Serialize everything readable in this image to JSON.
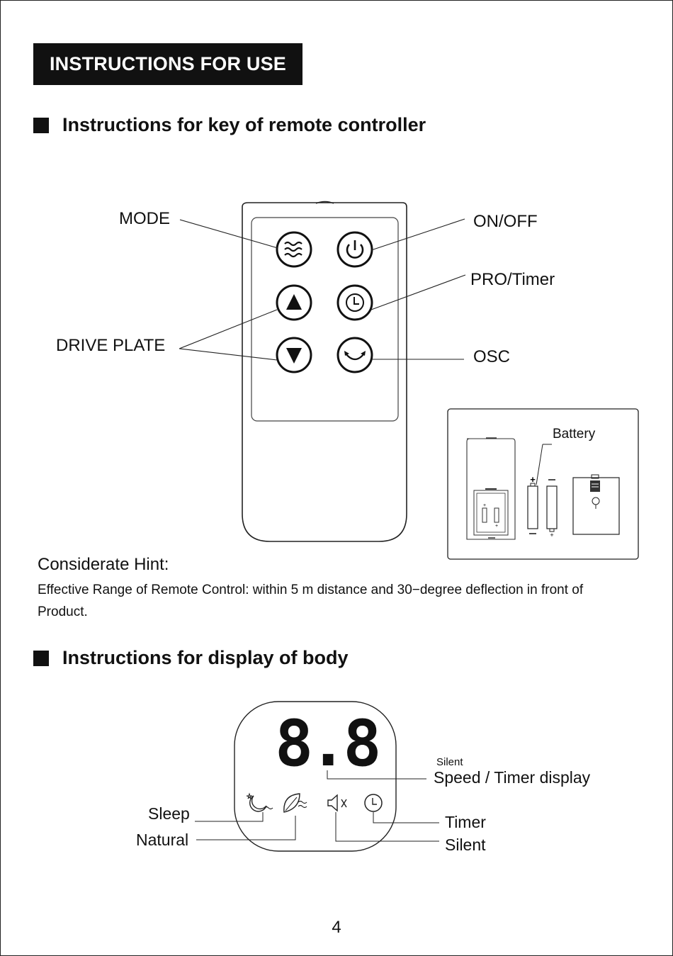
{
  "header": {
    "title": "INSTRUCTIONS FOR USE"
  },
  "section1": {
    "title": "Instructions for key of remote controller"
  },
  "remote": {
    "labels": {
      "mode": "MODE",
      "on_off": "ON/OFF",
      "pro_timer": "PRO/Timer",
      "drive_plate": "DRIVE PLATE",
      "osc": "OSC"
    },
    "battery": {
      "label": "Battery"
    }
  },
  "hint": {
    "title": "Considerate Hint:",
    "body": "Effective Range of Remote Control: within 5 m distance and 30−degree deflection in front of Product."
  },
  "section2": {
    "title": "Instructions for display of body"
  },
  "display": {
    "digits": "8.8",
    "labels": {
      "silent_small": "Silent",
      "speed_timer": "Speed / Timer display",
      "sleep": "Sleep",
      "natural": "Natural",
      "timer": "Timer",
      "silent": "Silent"
    }
  },
  "page_number": "4"
}
